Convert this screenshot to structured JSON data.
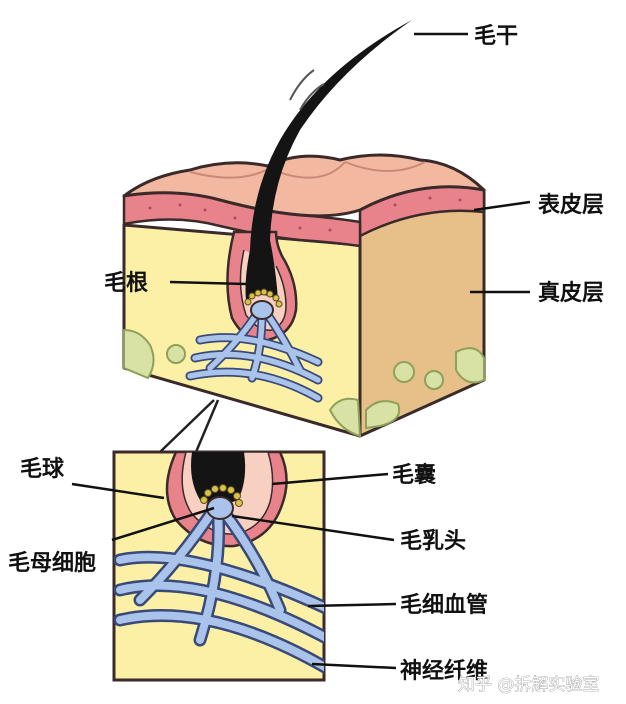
{
  "labels": {
    "hair_shaft": "毛干",
    "epidermis": "表皮层",
    "dermis": "真皮层",
    "hair_root": "毛根",
    "hair_bulb": "毛球",
    "hair_follicle": "毛囊",
    "hair_matrix_cells": "毛母细胞",
    "dermal_papilla": "毛乳头",
    "capillaries": "毛细血管",
    "nerve_fibers": "神经纤维"
  },
  "watermark": "知乎 @拆解实验室",
  "colors": {
    "outline": "#3a2a2a",
    "epidermis_top": "#f2b9a0",
    "epidermis_band": "#e8838c",
    "dermis_front": "#fbf0a6",
    "dermis_side": "#e6c088",
    "fat_cells": "#d7e2a4",
    "hair": "#141414",
    "vessels": "#a9c3ea",
    "bulb_ring": "#d8c248"
  }
}
